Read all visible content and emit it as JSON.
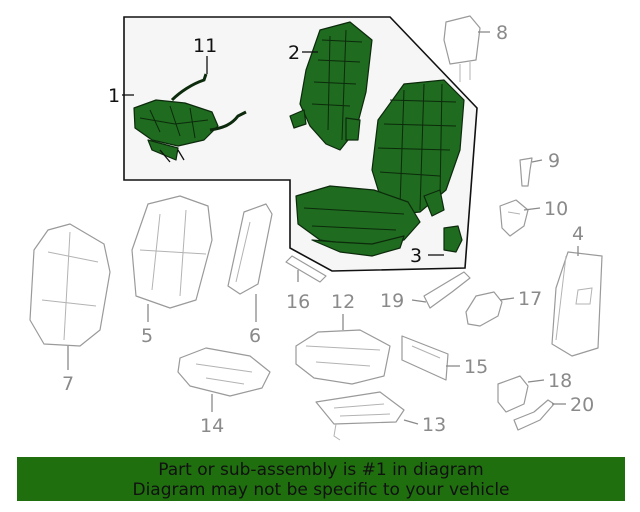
{
  "diagram": {
    "callouts": {
      "c1": "1",
      "c2": "2",
      "c3": "3",
      "c4": "4",
      "c5": "5",
      "c6": "6",
      "c7": "7",
      "c8": "8",
      "c9": "9",
      "c10": "10",
      "c11": "11",
      "c12": "12",
      "c13": "13",
      "c14": "14",
      "c15": "15",
      "c16": "16",
      "c17": "17",
      "c18": "18",
      "c19": "19",
      "c20": "20"
    },
    "highlight_color": "#1f6b1f",
    "outline_color": "#9a9a9a"
  },
  "banner": {
    "line1": "Part or sub-assembly is #1 in diagram",
    "line2": "Diagram may not be specific to your vehicle",
    "background": "#1f6f0f"
  }
}
